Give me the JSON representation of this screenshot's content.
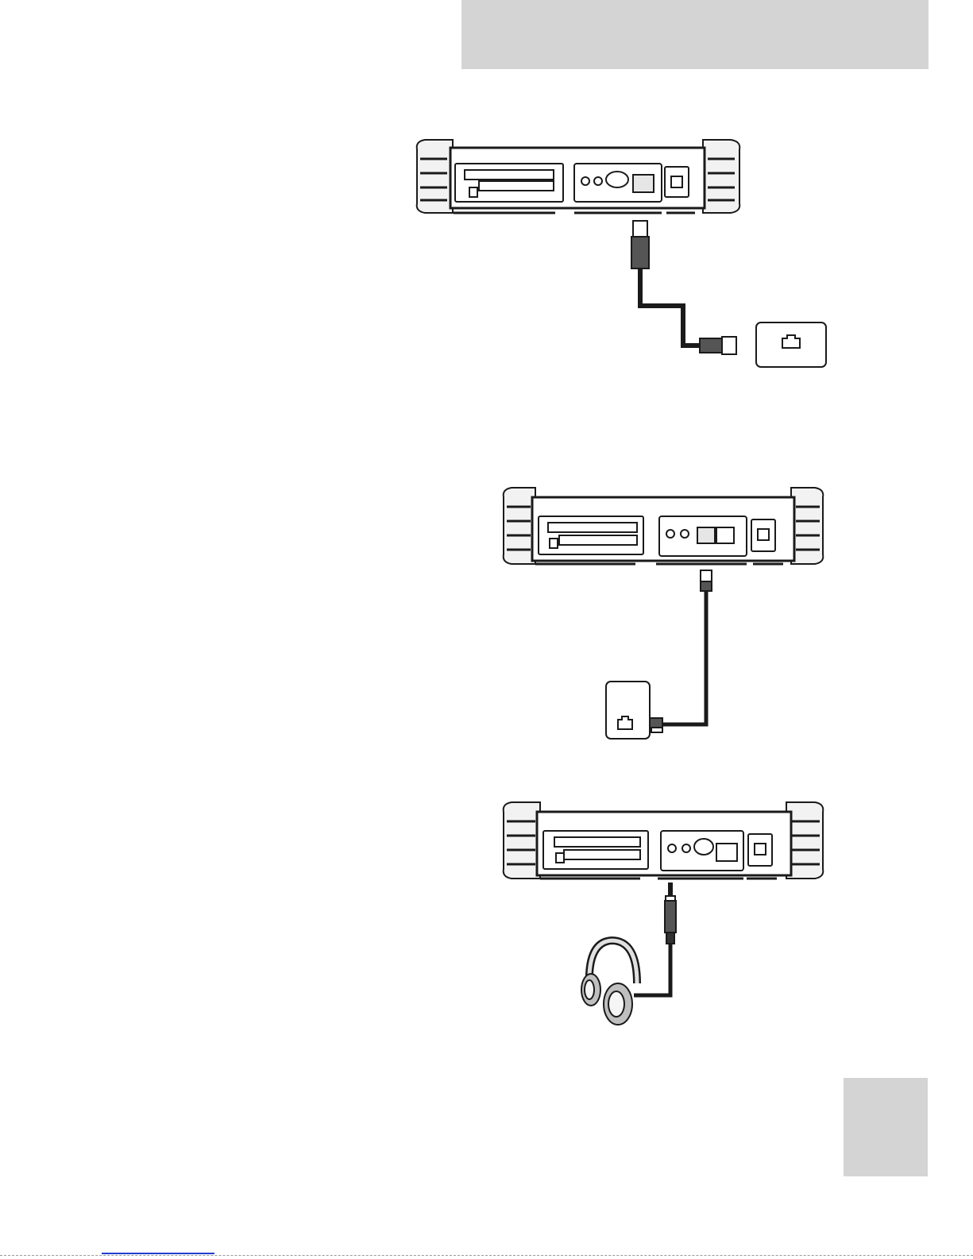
{
  "page": {
    "header_band_color": "#d4d4d4",
    "tab_color": "#d4d4d4",
    "line_color": "#1a1a1a",
    "link_color": "#1f3fd0"
  },
  "figures": [
    {
      "id": "lan",
      "icons": [
        "rugged-computer-back-icon",
        "rj45-plug-icon",
        "lan-wall-jack-icon"
      ]
    },
    {
      "id": "modem",
      "icons": [
        "rugged-computer-back-icon",
        "rj11-plug-icon",
        "phone-wall-jack-icon"
      ]
    },
    {
      "id": "audio",
      "icons": [
        "rugged-computer-back-icon",
        "audio-plug-icon",
        "headphones-icon"
      ]
    }
  ]
}
